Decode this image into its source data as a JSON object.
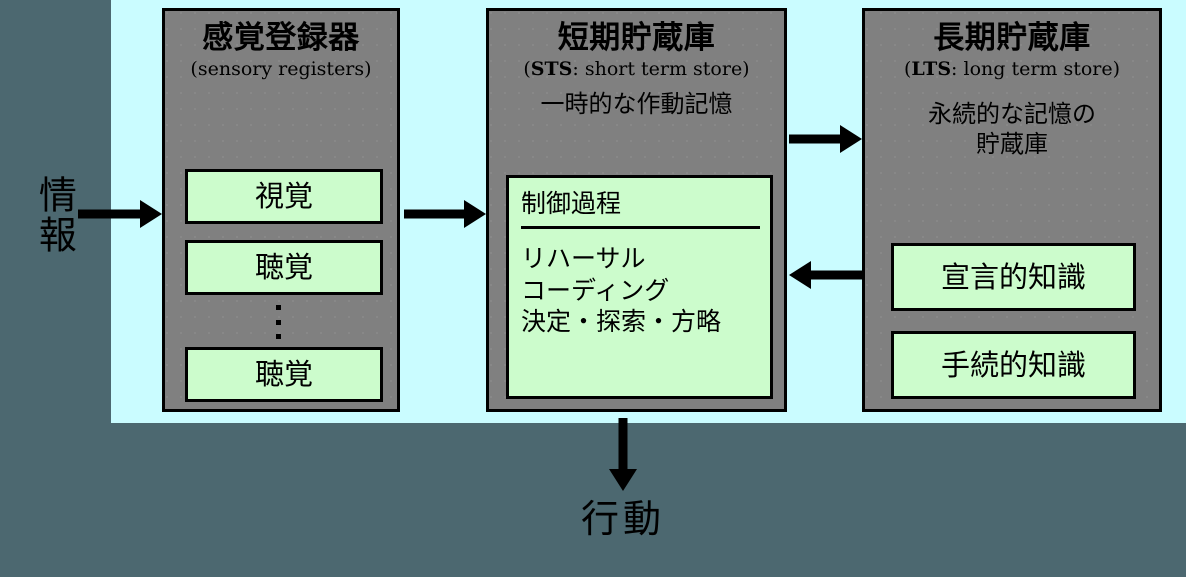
{
  "diagram": {
    "title_hidden": "",
    "colors": {
      "outer_background": "#4c6870",
      "canvas_background": "#cafcff",
      "store_fill": "#808080",
      "item_fill": "#ccfccc",
      "stroke": "#000000"
    }
  },
  "input": {
    "label": "情報"
  },
  "output": {
    "label": "行動"
  },
  "stores": [
    {
      "id": "sensory-registers",
      "title": "感覚登録器",
      "subtitle_plain": "(sensory registers)",
      "subtitle_bold": "",
      "note": "",
      "items": [
        {
          "label": "視覚"
        },
        {
          "label": "聴覚"
        },
        {
          "label": "聴覚"
        }
      ],
      "ellipsis": "⋮"
    },
    {
      "id": "short-term-store",
      "title": "短期貯蔵庫",
      "subtitle_bold": "STS",
      "subtitle_plain": ": short term store)",
      "subtitle_open": "(",
      "note": "一時的な作動記憶",
      "panel": {
        "head": "制御過程",
        "lines": [
          "リハーサル",
          "コーディング",
          "決定・探索・方略"
        ]
      }
    },
    {
      "id": "long-term-store",
      "title": "長期貯蔵庫",
      "subtitle_bold": "LTS",
      "subtitle_plain": ": long term store)",
      "subtitle_open": "(",
      "note_line1": "永続的な記憶の",
      "note_line2": "貯蔵庫",
      "items": [
        {
          "label": "宣言的知識"
        },
        {
          "label": "手続的知識"
        }
      ]
    }
  ],
  "arrows": [
    {
      "id": "information-to-sensory",
      "direction": "right"
    },
    {
      "id": "sensory-to-sts",
      "direction": "right"
    },
    {
      "id": "sts-to-lts",
      "direction": "right"
    },
    {
      "id": "lts-to-sts",
      "direction": "left"
    },
    {
      "id": "sts-to-response",
      "direction": "down"
    }
  ]
}
